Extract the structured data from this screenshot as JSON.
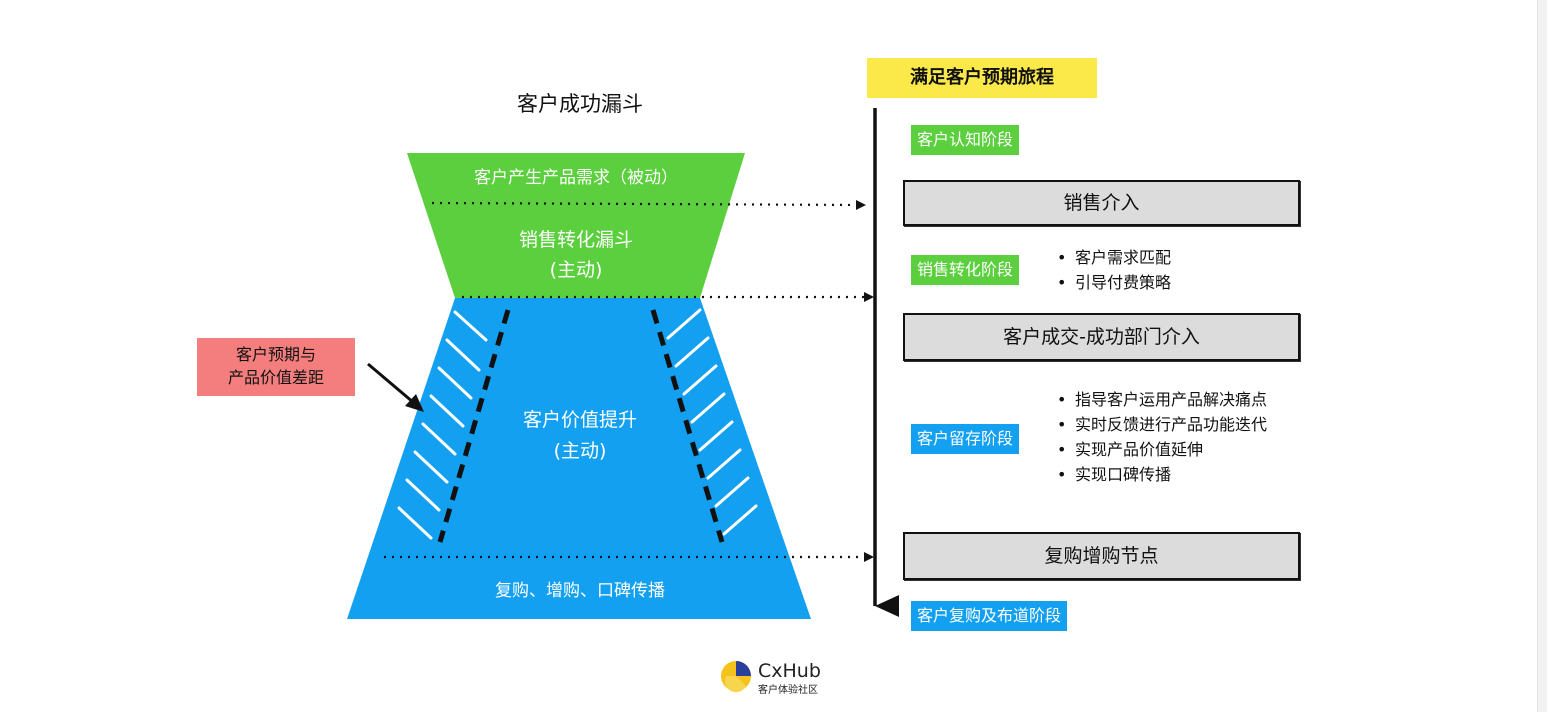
{
  "funnel": {
    "title": "客户成功漏斗",
    "top_stage": "客户产生产品需求（被动）",
    "sales_funnel": "销售转化漏斗",
    "sales_funnel_note": "(主动)",
    "value_stage": "客户价值提升",
    "value_stage_note": "(主动)",
    "bottom_stage": "复购、增购、口碑传播",
    "gap_label_line1": "客户预期与",
    "gap_label_line2": "产品价值差距"
  },
  "journey": {
    "title": "满足客户预期旅程",
    "phases": {
      "awareness": "客户认知阶段",
      "conversion": "销售转化阶段",
      "retention": "客户留存阶段",
      "repurchase": "客户复购及布道阶段"
    },
    "nodes": {
      "sales": "销售介入",
      "deal": "客户成交-成功部门介入",
      "repurchase": "复购增购节点"
    },
    "conversion_bullets": [
      "客户需求匹配",
      "引导付费策略"
    ],
    "retention_bullets": [
      "指导客户运用产品解决痛点",
      "实时反馈进行产品功能迭代",
      "实现产品价值延伸",
      "实现口碑传播"
    ]
  },
  "logo": {
    "name": "CxHub",
    "tagline": "客户体验社区"
  },
  "colors": {
    "green": "#5bcf3e",
    "blue": "#13a0f0",
    "yellow": "#fbe94a",
    "pink": "#f47e7e",
    "gray": "#dcdcdc"
  }
}
